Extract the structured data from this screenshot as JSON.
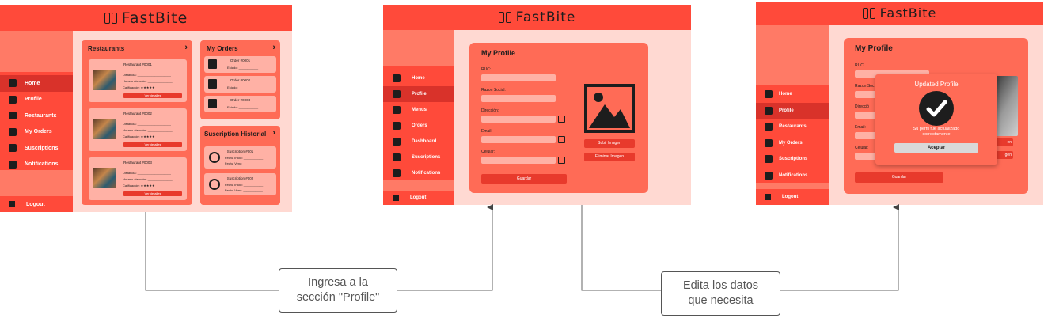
{
  "brand": "FastBite",
  "colors": {
    "primary": "#ff4a3a",
    "sidebar": "#ff7a66",
    "panel": "#ff6b56",
    "bg": "#ffd9d2",
    "field": "#ffb1a5"
  },
  "screen1": {
    "menu": [
      "Home",
      "Profile",
      "Restaurants",
      "My Orders",
      "Suscriptions",
      "Notifications"
    ],
    "logout": "Logout",
    "restaurants_title": "Restaurants",
    "restaurants": [
      {
        "name": "Restaurant #0001",
        "l1": "Distancia: ___________________",
        "l2": "Horario atención: ______________",
        "l3": "Calificación: ★★★★★",
        "btn": "Ver detalles"
      },
      {
        "name": "Restaurant #0002",
        "l1": "Distancia: ___________________",
        "l2": "Horario atención: ______________",
        "l3": "Calificación: ★★★★★",
        "btn": "Ver detalles"
      },
      {
        "name": "Restaurant #0003",
        "l1": "Distancia: ___________________",
        "l2": "Horario atención: ______________",
        "l3": "Calificación: ★★★★★",
        "btn": "Ver detalles"
      }
    ],
    "orders_title": "My Orders",
    "orders": [
      {
        "name": "Order #0001",
        "status": "Estado: ___________"
      },
      {
        "name": "Order #0002",
        "status": "Estado: ___________"
      },
      {
        "name": "Order #0003",
        "status": "Estado: ___________"
      }
    ],
    "subs_title": "Suscription Historial",
    "subs": [
      {
        "name": "Suscription #001",
        "l1": "Fecha Inicio: ___________",
        "l2": "Fecha Venc: ___________"
      },
      {
        "name": "Suscription #002",
        "l1": "Fecha Inicio: ___________",
        "l2": "Fecha Venc: ___________"
      }
    ]
  },
  "screen2": {
    "menu": [
      "Home",
      "Profile",
      "Menus",
      "Orders",
      "Dashboard",
      "Suscriptions",
      "Notifications"
    ],
    "logout": "Logout",
    "title": "My Profile",
    "fields": [
      "RUC:",
      "Razon Social:",
      "Dirección:",
      "Email:",
      "Celular:"
    ],
    "save": "Guardar",
    "upload": "Subir Imagen",
    "remove": "Eliminar Imagen"
  },
  "screen3": {
    "menu": [
      "Home",
      "Profile",
      "Restaurants",
      "My Orders",
      "Suscriptions",
      "Notifications"
    ],
    "logout": "Logout",
    "title": "My Profile",
    "fields": [
      "RUC:",
      "Razon Soc",
      "Direcció",
      "Email:",
      "Celular:"
    ],
    "save": "Guardar",
    "frag1": "en",
    "frag2": "gen",
    "modal_title": "Updated Profile",
    "modal_msg1": "Su perfil fue actualizado",
    "modal_msg2": "correctamente",
    "modal_btn": "Aceptar"
  },
  "notes": {
    "n1_line1": "Ingresa a la",
    "n1_line2": "sección \"Profile\"",
    "n2_line1": "Edita los datos",
    "n2_line2": "que necesita"
  }
}
